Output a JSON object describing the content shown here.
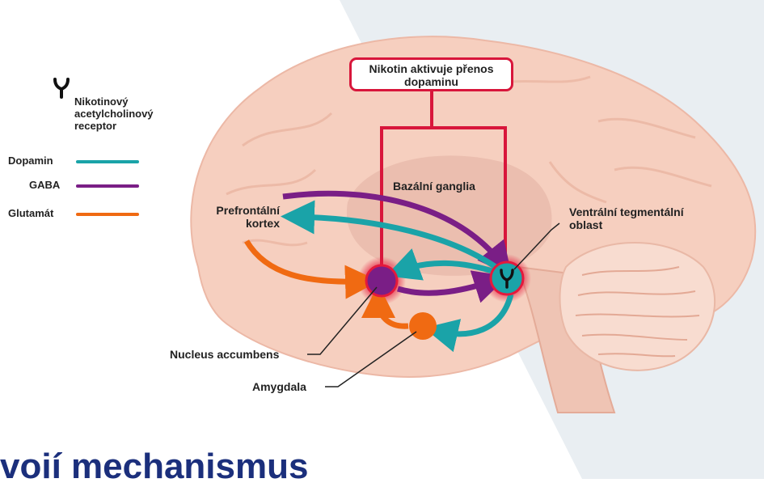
{
  "legend": {
    "receptor_label": "Nikotinový acetylcholinový receptor",
    "receptor_icon": "receptor-y-icon",
    "items": [
      {
        "label": "Dopamin",
        "color": "#1aa3a8"
      },
      {
        "label": "GABA",
        "color": "#7a1e86"
      },
      {
        "label": "Glutamát",
        "color": "#f06a12"
      }
    ]
  },
  "callout": {
    "text": "Nikotin aktivuje přenos dopaminu",
    "border_color": "#d8163b"
  },
  "labels": {
    "basal_ganglia": "Bazální ganglia",
    "prefrontal_cortex": "Prefrontální kortex",
    "vta": "Ventrální tegmentální oblast",
    "nucleus_accumbens": "Nucleus accumbens",
    "amygdala": "Amygdala"
  },
  "headline": "voií mechanismus"
}
